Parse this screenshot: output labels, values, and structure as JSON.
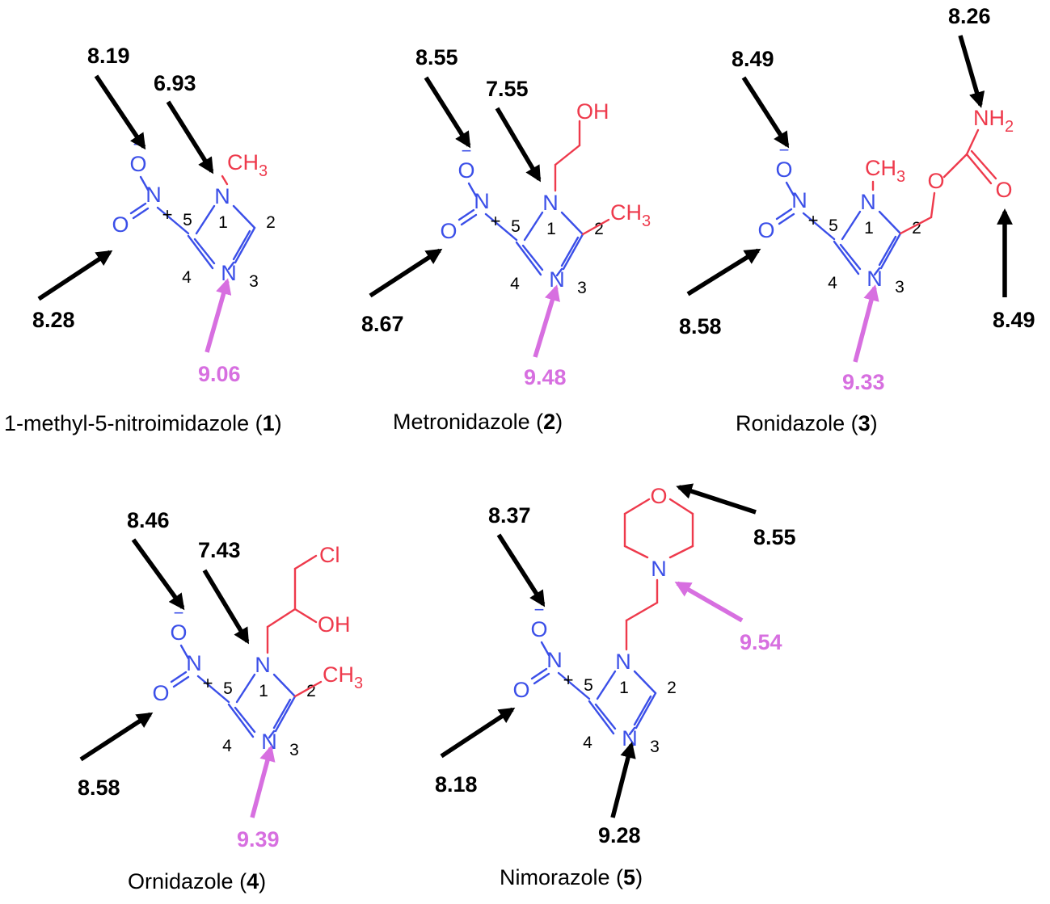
{
  "colors": {
    "ring": "#3b4fe8",
    "substituent": "#ee3a4c",
    "value_black": "#000000",
    "value_pink": "#d76fe0"
  },
  "atom_labels": {
    "oxygen": "O",
    "nitrogen": "N",
    "nitrogen_plus": "+",
    "oxygen_minus": "−",
    "methyl": "CH",
    "methyl_sub": "3",
    "hydroxyl": "OH",
    "chlorine": "Cl",
    "amine": "NH",
    "amine_sub": "2"
  },
  "ring_numbers": {
    "n1": "1",
    "c2": "2",
    "n3": "3",
    "c4": "4",
    "c5": "5"
  },
  "molecules": [
    {
      "name": "1-methyl-5-nitroimidazole (",
      "number": "1",
      "close": ")",
      "values": {
        "nitro_o_minus": "8.19",
        "n1": "6.93",
        "nitro_o_double": "8.28",
        "n3": "9.06"
      }
    },
    {
      "name": "Metronidazole (",
      "number": "2",
      "close": ")",
      "values": {
        "nitro_o_minus": "8.55",
        "n1": "7.55",
        "nitro_o_double": "8.67",
        "n3": "9.48"
      }
    },
    {
      "name": "Ronidazole (",
      "number": "3",
      "close": ")",
      "values": {
        "nitro_o_minus": "8.49",
        "nitro_o_double": "8.58",
        "n3": "9.33",
        "carbamate_n": "8.26",
        "carbonyl_o": "8.49"
      }
    },
    {
      "name": "Ornidazole (",
      "number": "4",
      "close": ")",
      "values": {
        "nitro_o_minus": "8.46",
        "n1": "7.43",
        "nitro_o_double": "8.58",
        "n3": "9.39"
      }
    },
    {
      "name": "Nimorazole (",
      "number": "5",
      "close": ")",
      "values": {
        "nitro_o_minus": "8.37",
        "nitro_o_double": "8.18",
        "n3": "9.28",
        "morpholine_o": "8.55",
        "morpholine_n": "9.54"
      }
    }
  ]
}
